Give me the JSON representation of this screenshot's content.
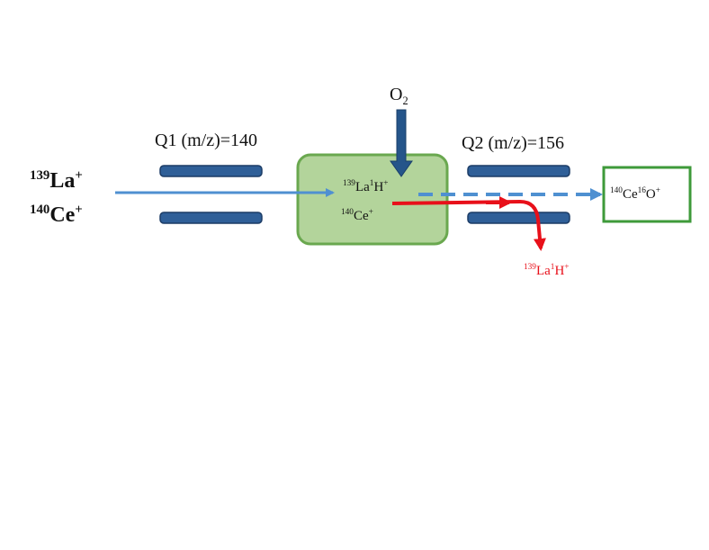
{
  "input_ions": {
    "la": {
      "mass": "139",
      "element": "La",
      "charge": "+"
    },
    "ce": {
      "mass": "140",
      "element": "Ce",
      "charge": "+"
    }
  },
  "q1": {
    "label": "Q1 (m/z)=140"
  },
  "q2": {
    "label": "Q2 (m/z)=156"
  },
  "gas": {
    "element": "O",
    "sub": "2"
  },
  "cell": {
    "lah": {
      "mass": "139",
      "el1": "La",
      "h_mass": "1",
      "el2": "H",
      "charge": "+"
    },
    "ce": {
      "mass": "140",
      "element": "Ce",
      "charge": "+"
    }
  },
  "product": {
    "ce_mass": "140",
    "ce": "Ce",
    "o_mass": "16",
    "o": "O",
    "charge": "+"
  },
  "rejected": {
    "mass": "139",
    "el1": "La",
    "h_mass": "1",
    "el2": "H",
    "charge": "+"
  },
  "colors": {
    "rod_fill": "#2f5f98",
    "rod_stroke": "#1c3c66",
    "cell_fill": "#b3d49b",
    "cell_stroke": "#6aa84f",
    "ion_beam": "#4f90d1",
    "gas_arrow": "#25558a",
    "rejected_arrow": "#e8101a",
    "detector_stroke": "#3e9a3a"
  }
}
